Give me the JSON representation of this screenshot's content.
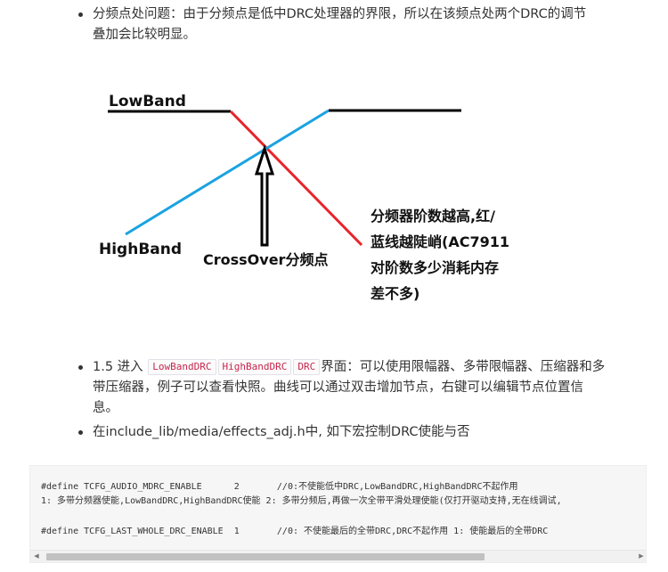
{
  "bullets": [
    {
      "line1": "分频点处问题：由于分频点是低中DRC处理器的界限，所以在该频点处两个DRC的调节",
      "line2": "叠加会比较明显。"
    },
    {
      "prefix": "1.5 进入",
      "tags": [
        "LowBandDRC",
        "HighBandDRC",
        "DRC"
      ],
      "suffix": "界面：可以使用限幅器、多带限幅器、压缩器和多",
      "line2": "带压缩器，例子可以查看快照。曲线可以通过双击增加节点，右键可以编辑节点位置信",
      "line3": "息。"
    },
    {
      "line1": "在include_lib/media/effects_adj.h中, 如下宏控制DRC使能与否"
    }
  ],
  "figure": {
    "lowband_label": "LowBand",
    "highband_label": "HighBand",
    "crossover_label": "CrossOver分频点",
    "note_lines": [
      "分频器阶数越高,红/",
      "蓝线越陡峭(AC7911",
      "对阶数多少消耗内存",
      "差不多)"
    ],
    "colors": {
      "lowband_black": "#000000",
      "red": "#e8242c",
      "blue": "#1aa3e0"
    }
  },
  "code": {
    "lines": [
      "#define TCFG_AUDIO_MDRC_ENABLE      2       //0:不使能低中DRC,LowBandDRC,HighBandDRC不起作用",
      "1: 多带分频器使能,LowBandDRC,HighBandDRC使能 2: 多带分频后,再做一次全带平滑处理使能(仅打开驱动支持,无在线调试,",
      "",
      "#define TCFG_LAST_WHOLE_DRC_ENABLE  1       //0: 不使能最后的全带DRC,DRC不起作用 1: 使能最后的全带DRC"
    ]
  }
}
